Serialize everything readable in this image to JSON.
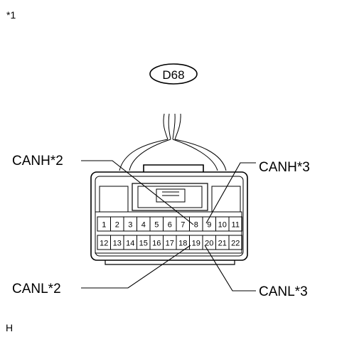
{
  "figure": {
    "corner_note": "*1",
    "footer_code": "H",
    "connector_code": "D68"
  },
  "labels": {
    "canh_2": "CANH*2",
    "canh_3": "CANH*3",
    "canl_2": "CANL*2",
    "canl_3": "CANL*3"
  },
  "pins": {
    "top_row": [
      "1",
      "2",
      "3",
      "4",
      "5",
      "6",
      "7",
      "8",
      "9",
      "10",
      "11"
    ],
    "bottom_row": [
      "12",
      "13",
      "14",
      "15",
      "16",
      "17",
      "18",
      "19",
      "20",
      "21",
      "22"
    ]
  }
}
